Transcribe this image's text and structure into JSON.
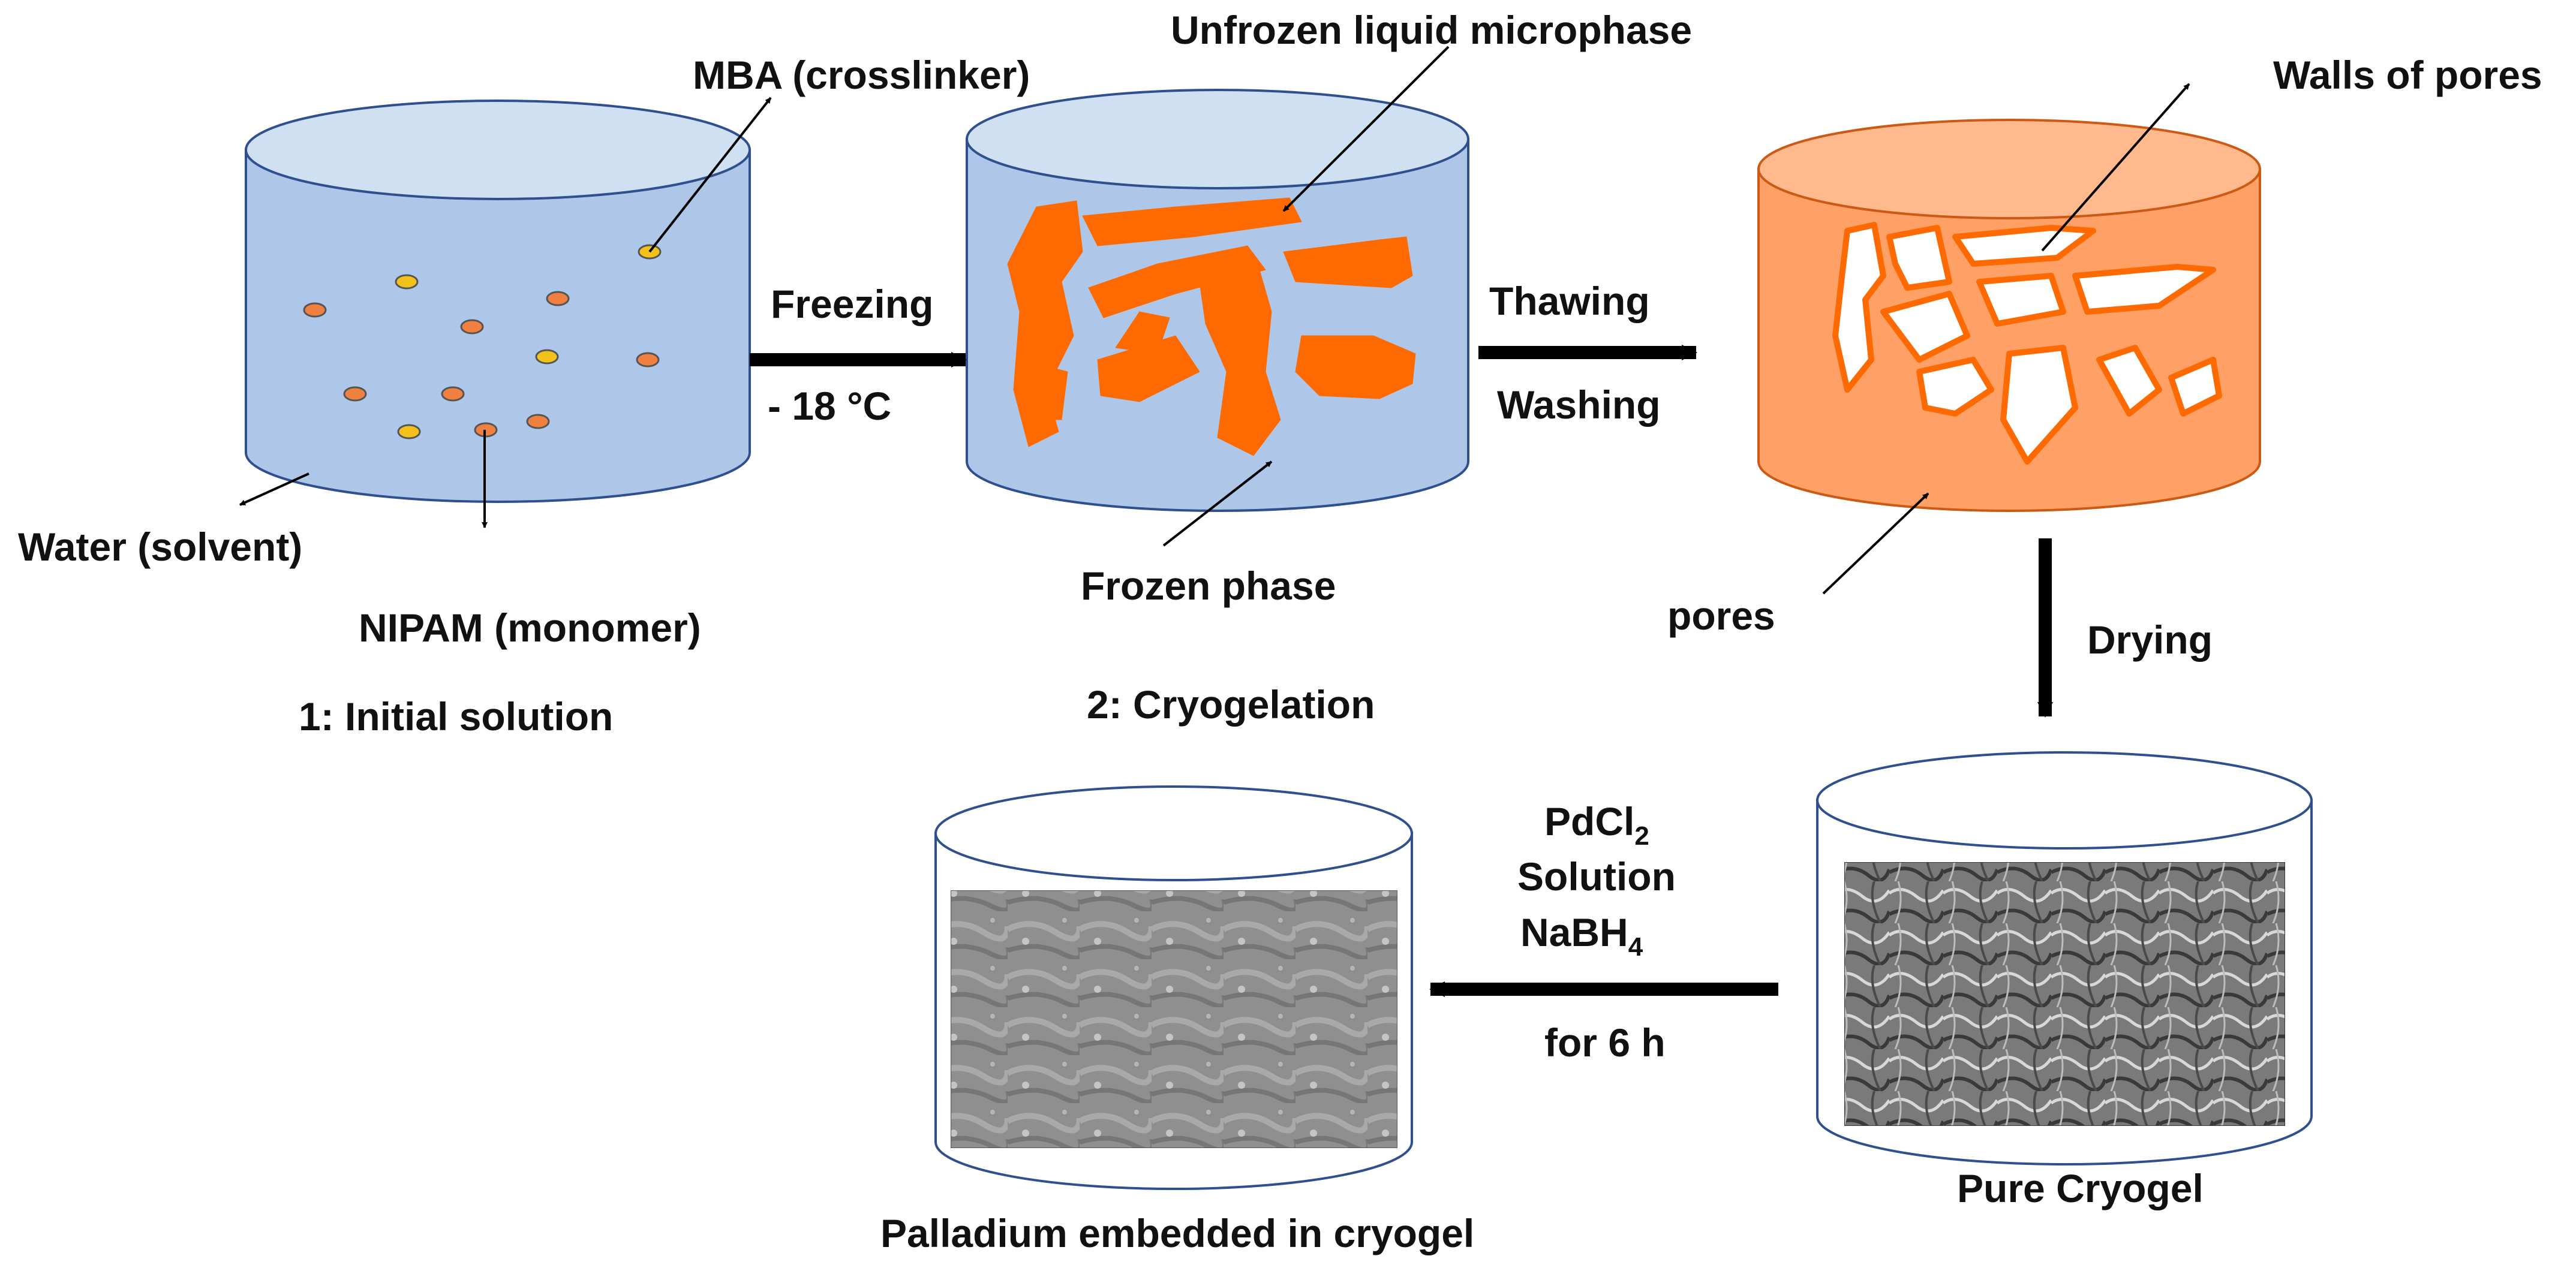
{
  "labels": {
    "mba": "MBA (crosslinker)",
    "water": "Water (solvent)",
    "nipam": "NIPAM (monomer)",
    "initial_solution": "1: Initial solution",
    "freezing": "Freezing",
    "temperature": "- 18 °C",
    "unfrozen_phase": "Unfrozen liquid microphase",
    "frozen_phase": "Frozen phase",
    "cryogelation": "2: Cryogelation",
    "thawing": "Thawing",
    "washing": "Washing",
    "walls_of_pores": "Walls of pores",
    "pores": "pores",
    "drying": "Drying",
    "pure_cryogel": "Pure Cryogel",
    "pdcl_base": "PdCl",
    "pdcl_sub": "2",
    "solution": "Solution",
    "nabh_base": "NaBH",
    "nabh_sub": "4",
    "for_6h": "for 6 h",
    "palladium": "Palladium embedded in cryogel"
  },
  "colors": {
    "solution_fill": "#aec7e8",
    "solution_top": "#cfe0f3",
    "cylinder_stroke": "#2f4f8f",
    "frozen_orange": "#ff6a00",
    "cryogel_fill": "#ffa066",
    "cryogel_top": "#ffb98c",
    "nipam_dot": "#f08040",
    "mba_dot": "#f2c21b",
    "sem_gray": "#8a8a8a"
  }
}
